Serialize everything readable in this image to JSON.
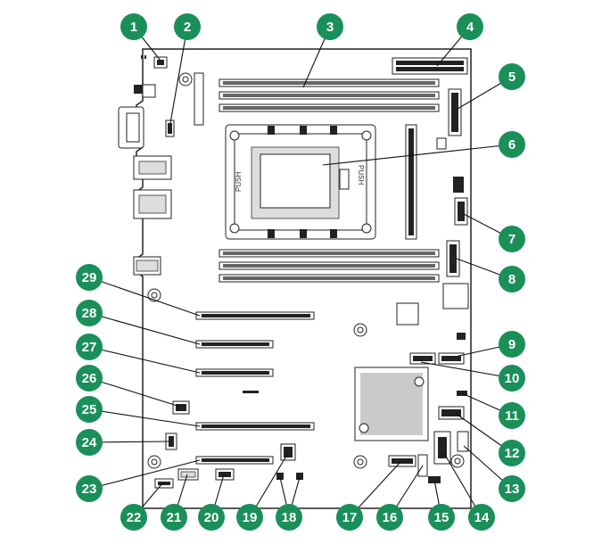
{
  "diagram": {
    "accent_color": "#1a8f5a",
    "socket_labels": [
      "PUSH",
      "PUSH"
    ],
    "callouts": [
      "1",
      "2",
      "3",
      "4",
      "5",
      "6",
      "7",
      "8",
      "9",
      "10",
      "11",
      "12",
      "13",
      "14",
      "15",
      "16",
      "17",
      "18",
      "19",
      "20",
      "21",
      "22",
      "23",
      "24",
      "25",
      "26",
      "27",
      "28",
      "29"
    ]
  }
}
